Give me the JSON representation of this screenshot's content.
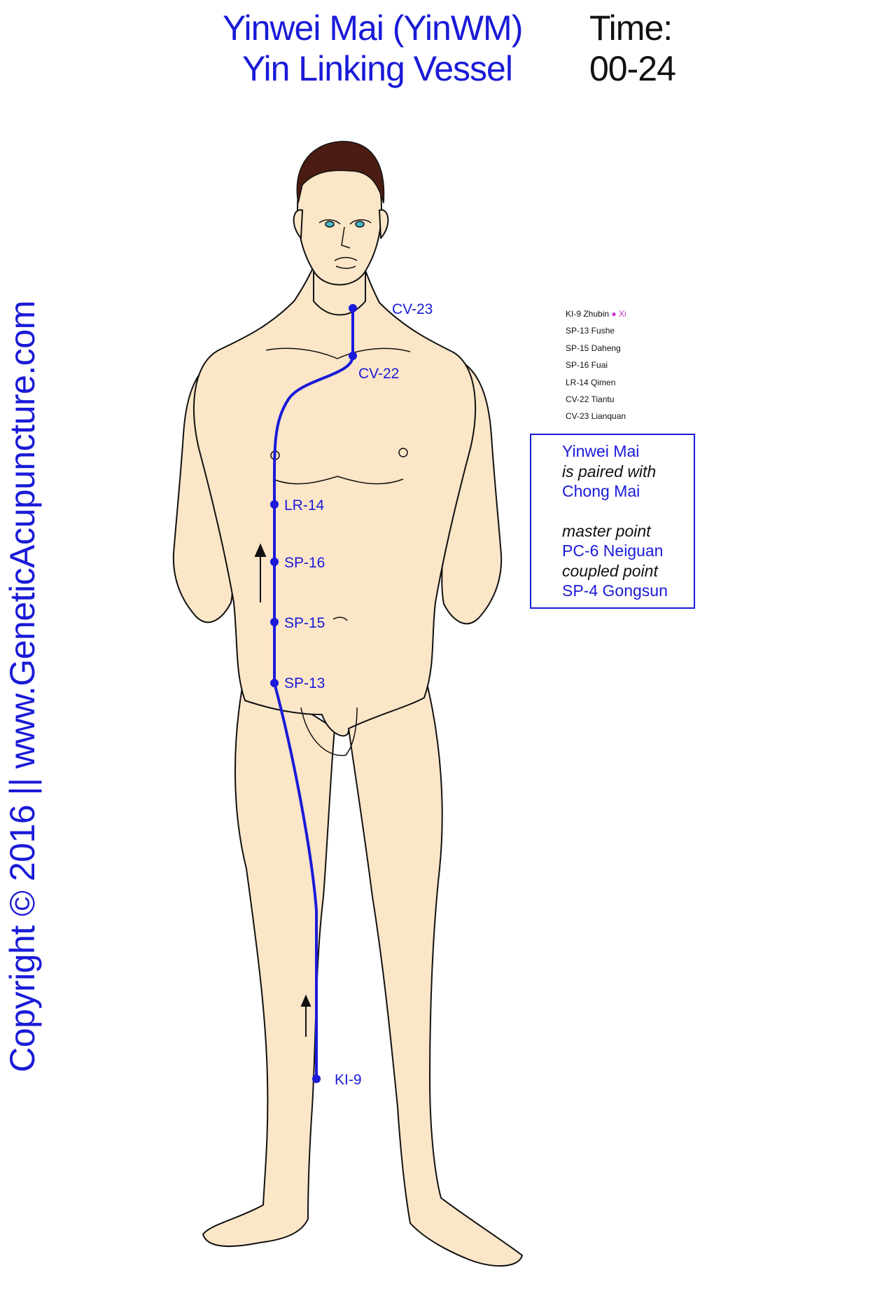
{
  "title": {
    "line1": "Yinwei Mai (YinWM)",
    "line2": "Yin Linking Vessel",
    "time_label": "Time:",
    "time_value": "00-24"
  },
  "copyright": "Copyright © 2016 || www.GeneticAcupuncture.com",
  "points": [
    {
      "label": "CV-23"
    },
    {
      "label": "CV-22"
    },
    {
      "label": "LR-14"
    },
    {
      "label": "SP-16"
    },
    {
      "label": "SP-15"
    },
    {
      "label": "SP-13"
    },
    {
      "label": "KI-9"
    }
  ],
  "legend": [
    {
      "text": "KI-9 Zhubin",
      "marker": "●",
      "note": "Xi"
    },
    {
      "text": "SP-13 Fushe"
    },
    {
      "text": "SP-15 Daheng"
    },
    {
      "text": "SP-16 Fuai"
    },
    {
      "text": "LR-14 Qimen"
    },
    {
      "text": "CV-22 Tiantu"
    },
    {
      "text": "CV-23  Lianquan"
    }
  ],
  "info_box": {
    "vessel": "Yinwei Mai",
    "paired_text": "is paired with",
    "paired_vessel": "Chong Mai",
    "master_label": "master point",
    "master_point": "PC-6 Neiguan",
    "coupled_label": "coupled point",
    "coupled_point": "SP-4 Gongsun"
  },
  "colors": {
    "channel": "#1a1ad8",
    "skin": "#fbe6c8",
    "hair": "#4a1c12",
    "outline": "#111111",
    "xi_marker": "#cc33cc"
  }
}
